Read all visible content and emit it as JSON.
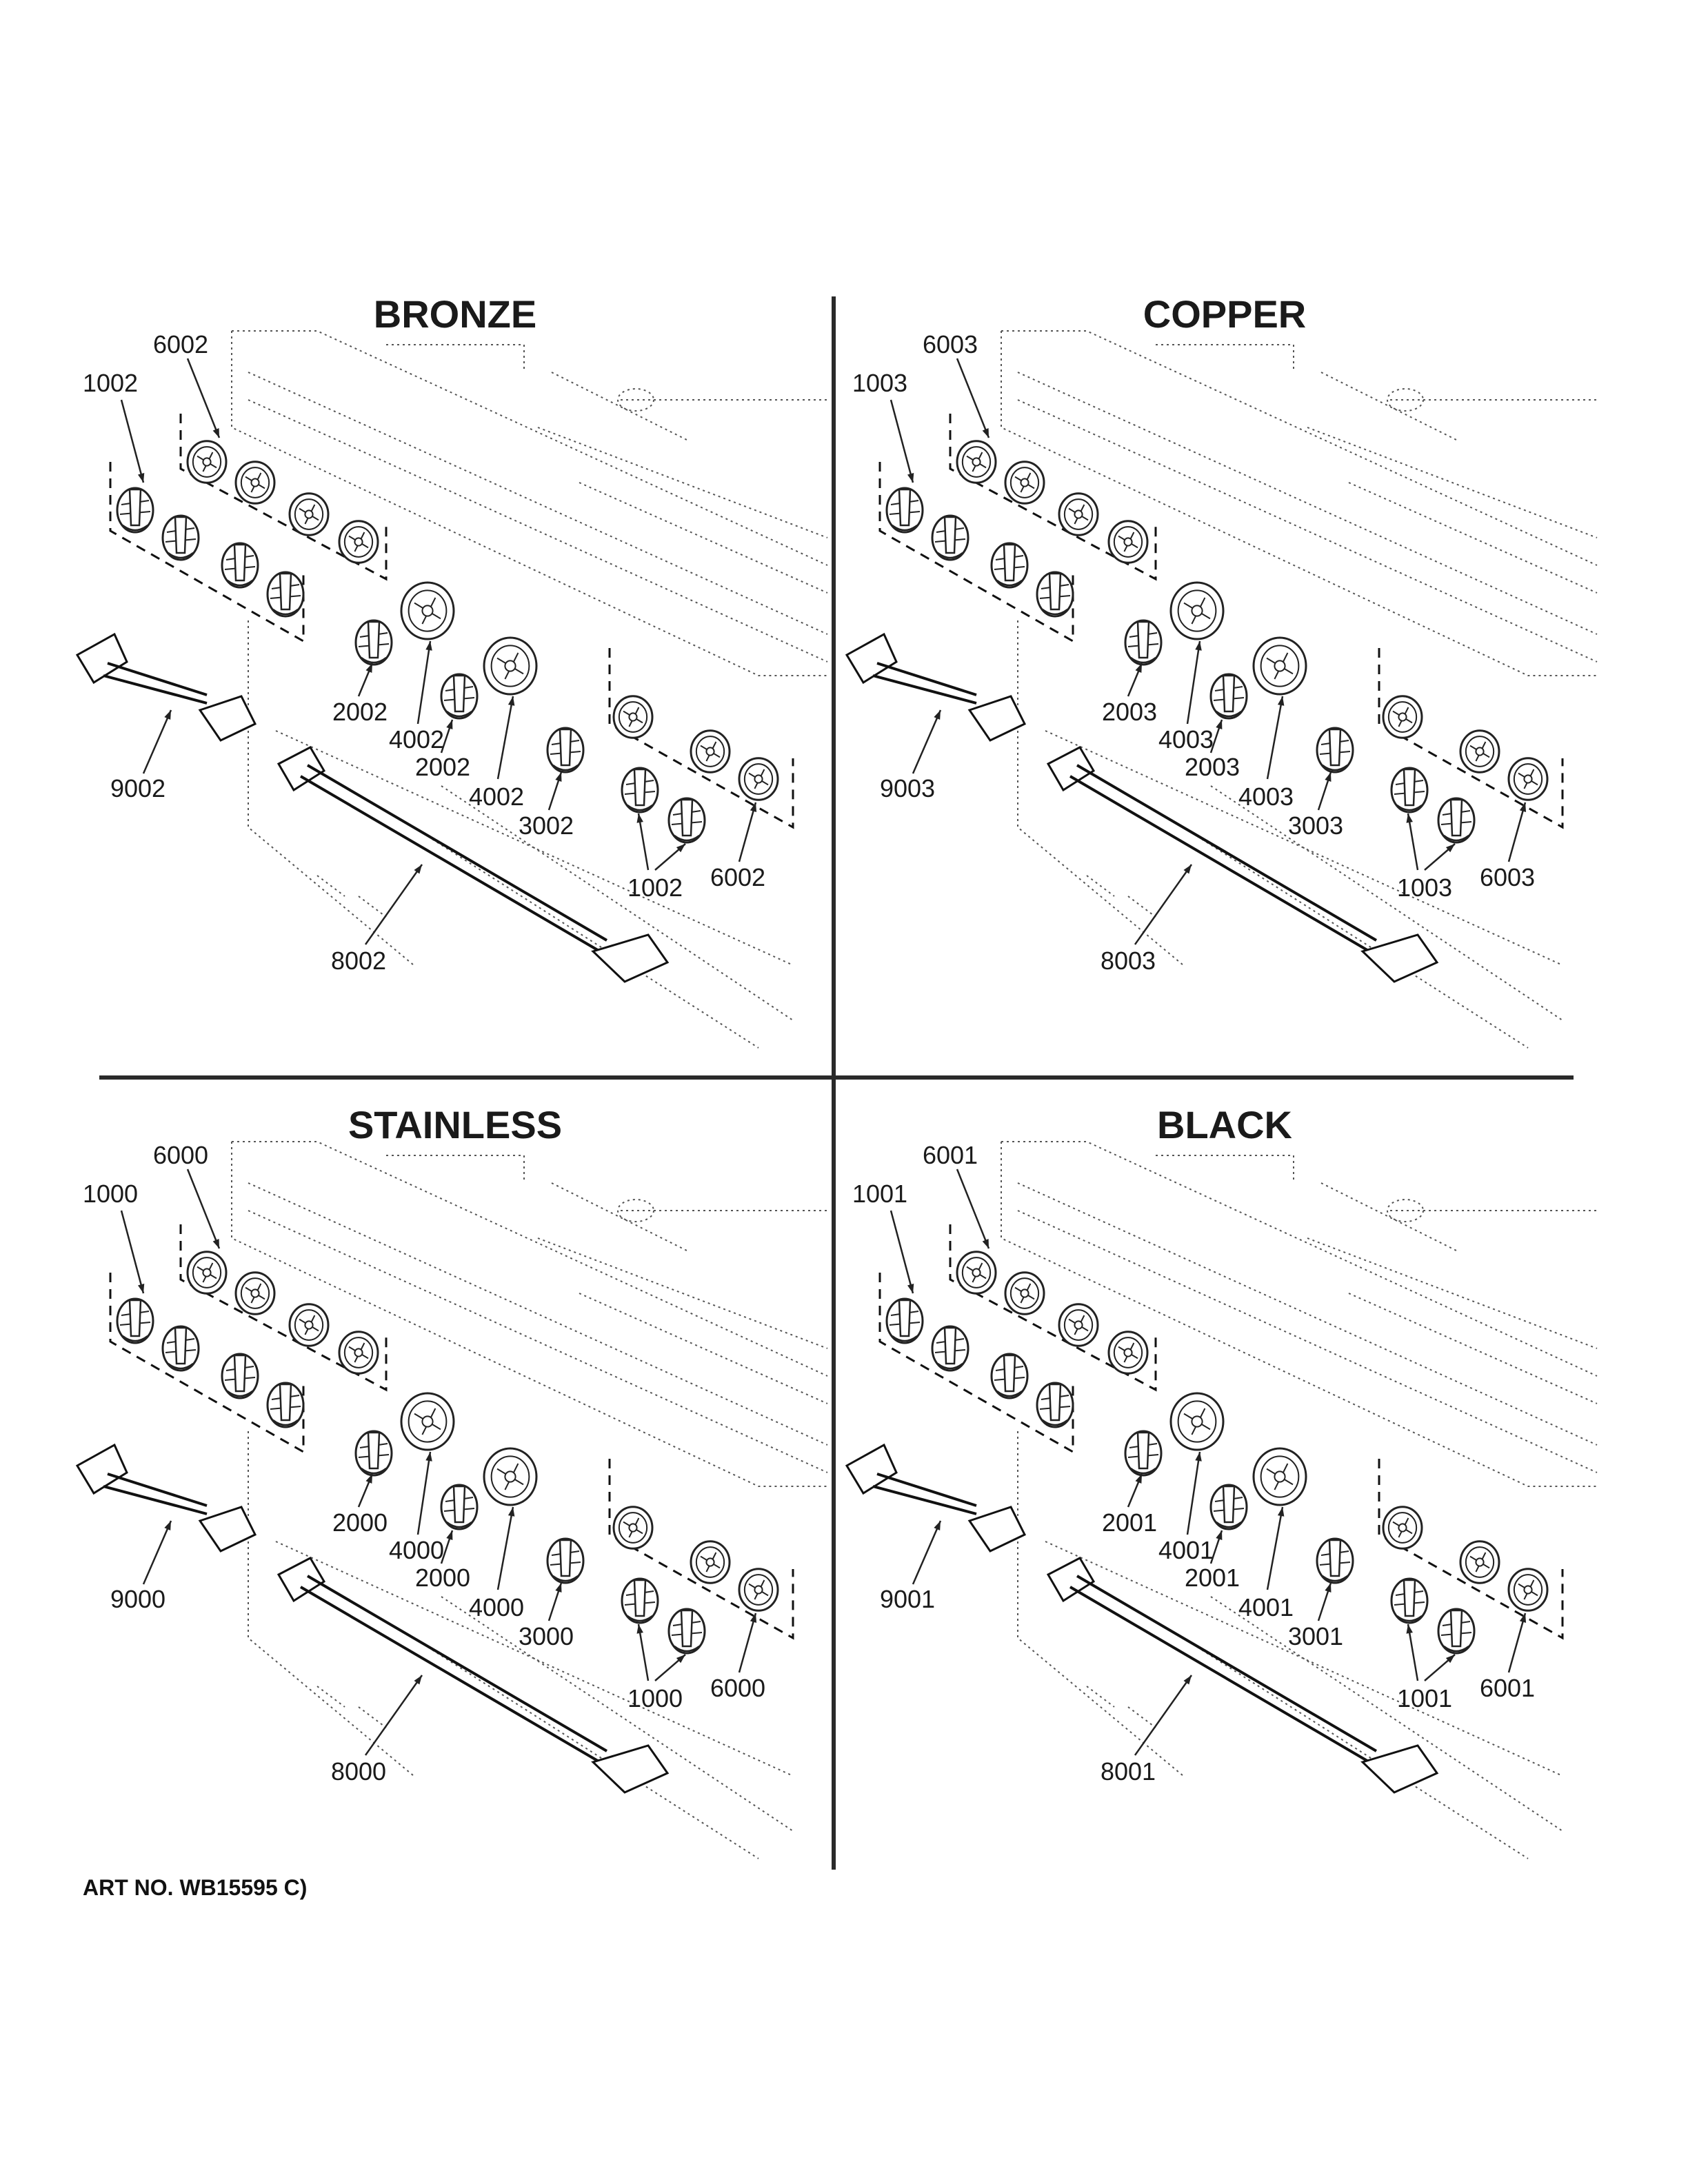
{
  "art_no": "ART NO. WB15595 C)",
  "panels": [
    {
      "title": "BRONZE",
      "knob": "1002",
      "knob_ring": "6002",
      "handle_short": "9002",
      "handle_long": "8002",
      "center_knob": "2002",
      "center_ring": "4002",
      "small_knob": "3002"
    },
    {
      "title": "COPPER",
      "knob": "1003",
      "knob_ring": "6003",
      "handle_short": "9003",
      "handle_long": "8003",
      "center_knob": "2003",
      "center_ring": "4003",
      "small_knob": "3003"
    },
    {
      "title": "STAINLESS",
      "knob": "1000",
      "knob_ring": "6000",
      "handle_short": "9000",
      "handle_long": "8000",
      "center_knob": "2000",
      "center_ring": "4000",
      "small_knob": "3000"
    },
    {
      "title": "BLACK",
      "knob": "1001",
      "knob_ring": "6001",
      "handle_short": "9001",
      "handle_long": "8001",
      "center_knob": "2001",
      "center_ring": "4001",
      "small_knob": "3001"
    }
  ]
}
